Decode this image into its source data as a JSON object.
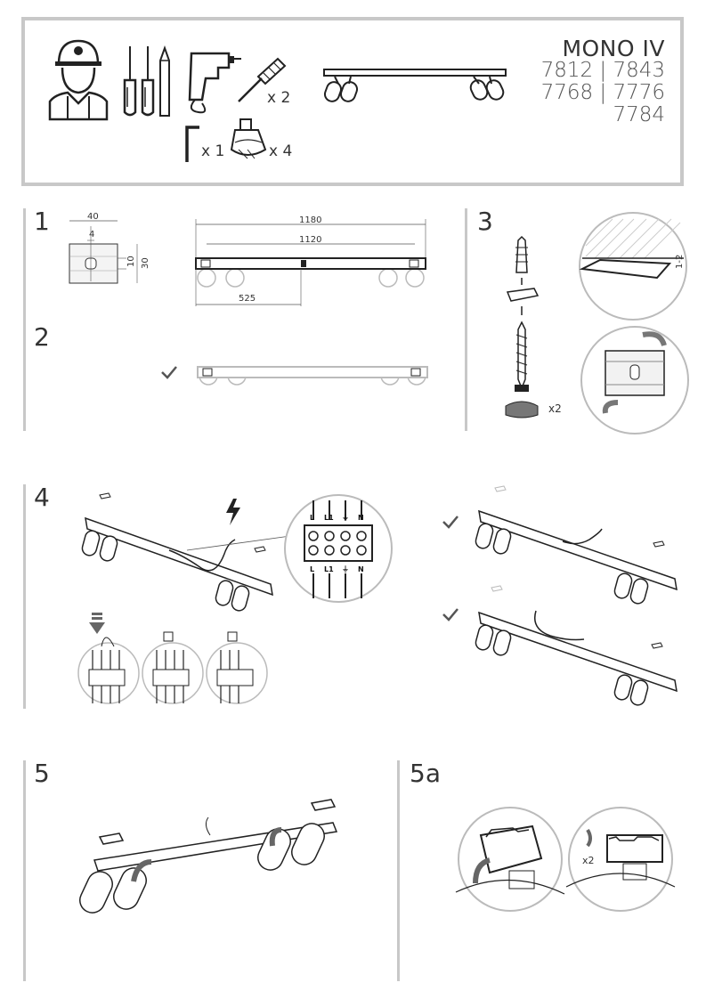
{
  "product": {
    "name": "MONO IV",
    "codes": [
      "7812 | 7843",
      "7768 | 7776",
      "7784"
    ]
  },
  "tools": [
    {
      "icon": "installer-helmet-icon"
    },
    {
      "icon": "screwdrivers-icon"
    },
    {
      "icon": "pencil-icon"
    },
    {
      "icon": "drill-icon"
    },
    {
      "icon": "wall-plug-screw-icon",
      "qty": "x 2"
    },
    {
      "icon": "hex-key-icon",
      "qty": "x 1"
    },
    {
      "icon": "gu10-bulb-icon",
      "qty": "x 4"
    }
  ],
  "steps": {
    "s1": {
      "label": "1",
      "dims": {
        "width_40": "40",
        "hole_4": "4",
        "hole_10": "10",
        "height_30": "30",
        "length_1180": "1180",
        "spacing_1120": "1120",
        "offset_525": "525"
      }
    },
    "s2": {
      "label": "2"
    },
    "s3": {
      "label": "3",
      "gap": "1-2",
      "qty": "x2"
    },
    "s4": {
      "label": "4",
      "terminals_top": [
        "L",
        "L1",
        "⏚",
        "N"
      ],
      "terminals_bottom": [
        "L",
        "L1",
        "⏚",
        "N"
      ]
    },
    "s5": {
      "label": "5"
    },
    "s5a": {
      "label": "5a",
      "qty": "x2"
    }
  },
  "colors": {
    "frame": "#c8c8c8",
    "line": "#2a2a2a",
    "accent_gray": "#777777"
  }
}
